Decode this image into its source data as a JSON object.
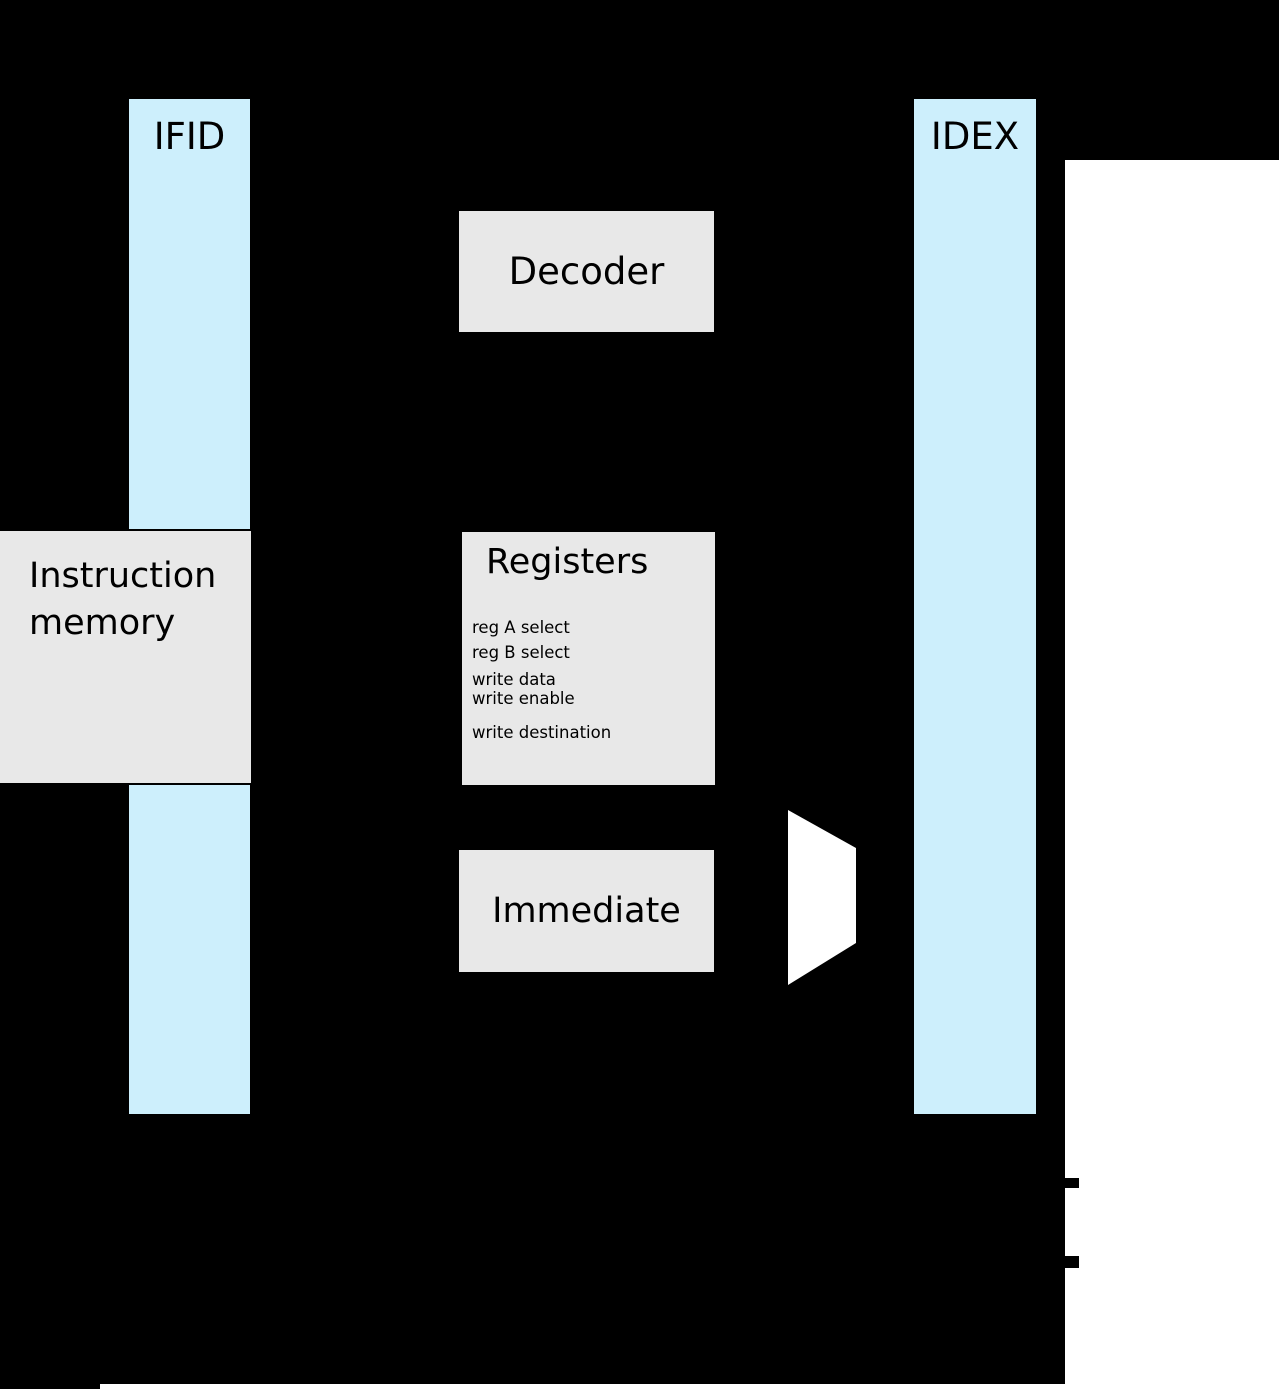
{
  "pipeline_registers": {
    "ifid": {
      "label": "IFID"
    },
    "idex": {
      "label": "IDEX"
    }
  },
  "blocks": {
    "decoder": {
      "label": "Decoder"
    },
    "instruction_memory": {
      "label": "Instruction memory"
    },
    "registers": {
      "label": "Registers",
      "ports": [
        "reg A select",
        "reg B select",
        "write data",
        "write enable",
        "write destination"
      ]
    },
    "immediate": {
      "label": "Immediate"
    }
  },
  "icons": {
    "mux": "mux-trapezoid-icon"
  },
  "colors": {
    "background": "#000000",
    "pipeline_register_fill": "#cdeffc",
    "block_fill": "#e8e8e8",
    "mux_fill": "#ffffff",
    "panel_fill": "#ffffff"
  }
}
